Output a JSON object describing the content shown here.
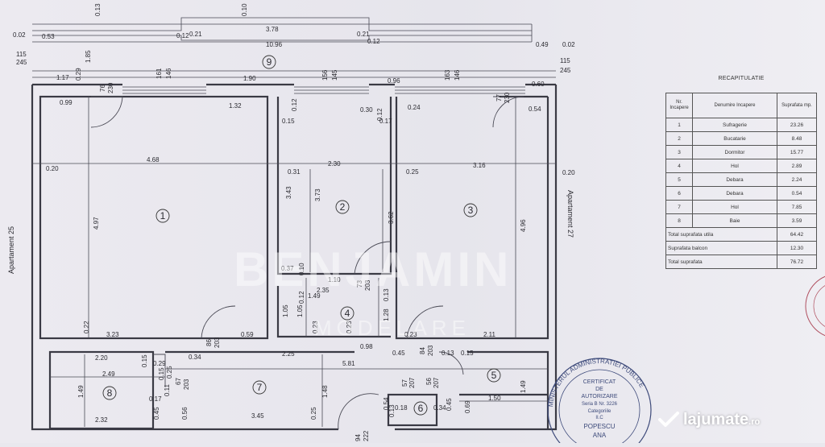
{
  "plan": {
    "rooms": [
      "1",
      "2",
      "3",
      "4",
      "5",
      "6",
      "7",
      "8",
      "9"
    ],
    "side_left": "Apartament 25",
    "side_right": "Apartament 27",
    "dims": {
      "d_053": "0.53",
      "d_002": "0.02",
      "d_013": "0.13",
      "d_010": "0.10",
      "d_012a": "0.12",
      "d_021a": "0.21",
      "d_378": "3.78",
      "d_021b": "0.21",
      "d_012b": "0.12",
      "d_049": "0.49",
      "d_002b": "0.02",
      "d_115a": "115",
      "d_245a": "245",
      "d_1096": "10.96",
      "d_115b": "115",
      "d_245b": "245",
      "d_117": "1.17",
      "d_029": "0.29",
      "d_185": "1.85",
      "d_76": "76",
      "d_230a": "230",
      "d_161": "161",
      "d_146a": "146",
      "d_190": "1.90",
      "d_156": "156",
      "d_145": "145",
      "d_096": "0.96",
      "d_163": "163",
      "d_146b": "146",
      "d_77": "77",
      "d_230b": "230",
      "d_060": "0.60",
      "d_099": "0.99",
      "d_132": "1.32",
      "d_012c": "0.12",
      "d_030": "0.30",
      "d_012d": "0.12",
      "d_024": "0.24",
      "d_054": "0.54",
      "d_015": "0.15",
      "d_017": "0.17",
      "d_020a": "0.20",
      "d_468": "4.68",
      "d_031": "0.31",
      "d_230": "2.30",
      "d_025a": "0.25",
      "d_316": "3.16",
      "d_020b": "0.20",
      "d_497": "4.97",
      "d_343": "3.43",
      "d_373": "3.73",
      "d_362": "3.62",
      "d_496": "4.96",
      "d_037": "0.37",
      "d_010b": "0.10",
      "d_110": "1.10",
      "d_73": "73",
      "d_203a": "203",
      "d_235": "2.35",
      "d_012e": "0.12",
      "d_149": "1.49",
      "d_013b": "0.13",
      "d_105a": "1.05",
      "d_105b": "1.05",
      "d_128": "1.28",
      "d_022": "0.22",
      "d_323": "3.23",
      "d_86": "86",
      "d_203b": "203",
      "d_059": "0.59",
      "d_023a": "0.23",
      "d_023b": "0.23",
      "d_023c": "0.23",
      "d_211": "2.11",
      "d_098": "0.98",
      "d_045": "0.45",
      "d_84a": "84",
      "d_203c": "203",
      "d_013c": "0.13",
      "d_015b": "0.15",
      "d_220": "2.20",
      "d_015c": "0.15",
      "d_029b": "0.29",
      "d_034": "0.34",
      "d_225": "2.25",
      "d_581": "5.81",
      "d_249": "2.49",
      "d_015d": "0.15",
      "d_025b": "0.25",
      "d_67": "67",
      "d_203d": "203",
      "d_149b": "1.49",
      "d_148": "1.48",
      "d_149c": "1.49",
      "d_017b": "0.17",
      "d_011": "0.11",
      "d_045b": "0.45",
      "d_056": "0.56",
      "d_345": "3.45",
      "d_025c": "0.25",
      "d_232": "2.32",
      "d_94": "94",
      "d_222": "222",
      "d_054b": "0.54",
      "d_013d": "0.13",
      "d_018": "0.18",
      "d_034b": "0.34",
      "d_045c": "0.45",
      "d_069": "0.69",
      "d_150": "1.50",
      "d_57": "57",
      "d_207": "207",
      "d_56": "56",
      "d_207b": "207"
    }
  },
  "recap": {
    "title": "RECAPITULATIE",
    "headers": [
      "Nr. Incapere",
      "Denumire Incapere",
      "Suprafata mp."
    ],
    "rows": [
      {
        "nr": "1",
        "name": "Sufragerie",
        "area": "23.26"
      },
      {
        "nr": "2",
        "name": "Bucatarie",
        "area": "8.48"
      },
      {
        "nr": "3",
        "name": "Dormitor",
        "area": "15.77"
      },
      {
        "nr": "4",
        "name": "Hol",
        "area": "2.89"
      },
      {
        "nr": "5",
        "name": "Debara",
        "area": "2.24"
      },
      {
        "nr": "6",
        "name": "Debara",
        "area": "0.54"
      },
      {
        "nr": "7",
        "name": "Hol",
        "area": "7.85"
      },
      {
        "nr": "8",
        "name": "Baie",
        "area": "3.59"
      }
    ],
    "totals": [
      {
        "label": "Total suprafata utila",
        "area": "64.42"
      },
      {
        "label": "Suprafata balcon",
        "area": "12.30"
      },
      {
        "label": "Total suprafata",
        "area": "76.72"
      }
    ]
  },
  "stamp": {
    "ring": "MINISTERUL ADMINISTRATIEI PUBLICE",
    "line1": "CERTIFICAT",
    "line2": "DE",
    "line3": "AUTORIZARE",
    "line4": "Seria B Nr. 3226",
    "line5": "Categoriile",
    "line6": "II.C",
    "line7": "POPESCU",
    "line8": "ANA"
  },
  "watermark": {
    "line1": "BENJAMIN",
    "line2": "MODELARE"
  },
  "brand": {
    "name": "lajumate",
    "tld": ".ro"
  }
}
